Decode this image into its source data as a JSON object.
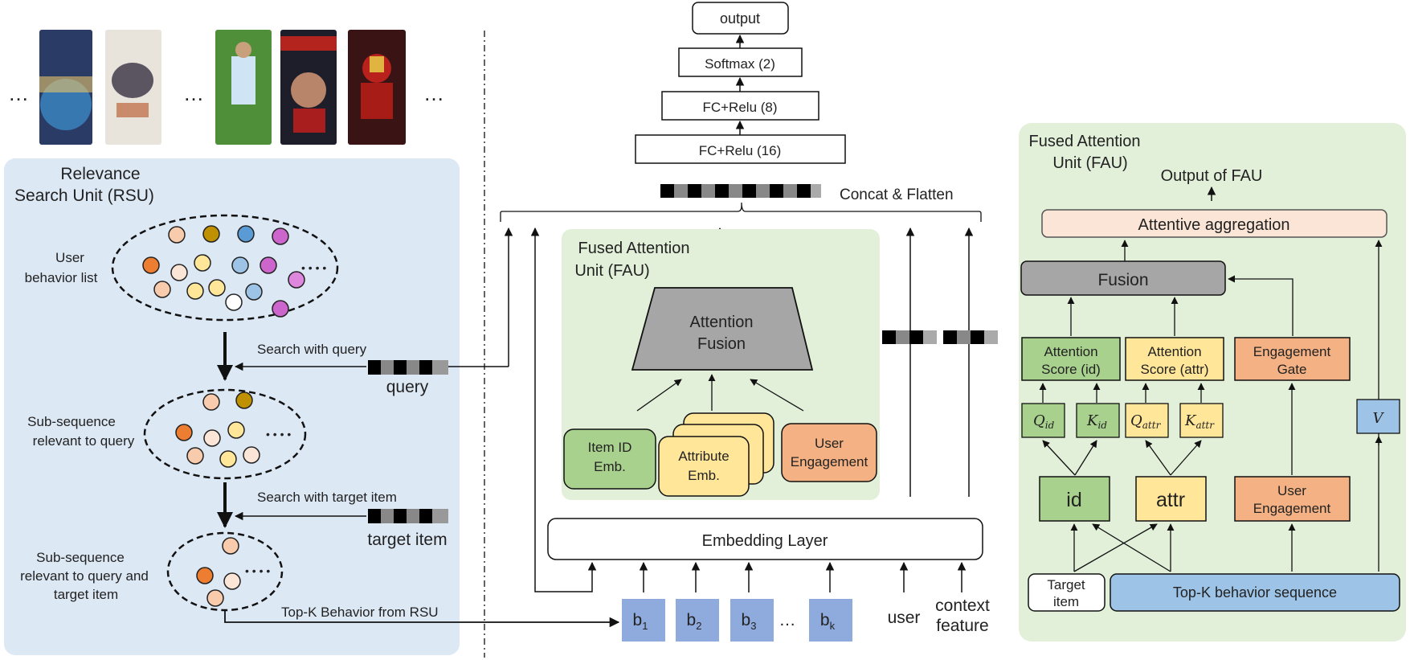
{
  "left_ellipsis": [
    "…",
    "…",
    "…"
  ],
  "rsu": {
    "title_line1": "Relevance",
    "title_line2": "Search Unit (RSU)",
    "user_behavior_line1": "User",
    "user_behavior_line2": "behavior list",
    "search_query": "Search with query",
    "query": "query",
    "subseq_query_line1": "Sub-sequence",
    "subseq_query_line2": "relevant to query",
    "search_target": "Search with target item",
    "target_item": "target item",
    "subseq_both_line1": "Sub-sequence",
    "subseq_both_line2": "relevant to query and",
    "subseq_both_line3": "target item",
    "topk_from_rsu": "Top-K Behavior from RSU",
    "dots": "• • • •"
  },
  "center": {
    "output": "output",
    "softmax": "Softmax (2)",
    "fc8": "FC+Relu (8)",
    "fc16": "FC+Relu (16)",
    "concat": "Concat & Flatten",
    "fau_title_line1": "Fused Attention",
    "fau_title_line2": "Unit (FAU)",
    "attention_fusion_line1": "Attention",
    "attention_fusion_line2": "Fusion",
    "item_id_line1": "Item ID",
    "item_id_line2": "Emb.",
    "attr_line1": "Attribute",
    "attr_line2": "Emb.",
    "user_eng_line1": "User",
    "user_eng_line2": "Engagement",
    "embedding_layer": "Embedding Layer",
    "b_base": "b",
    "b_subs": [
      "1",
      "2",
      "3",
      "k"
    ],
    "b_dots": "…",
    "user": "user",
    "context_line1": "context",
    "context_line2": "feature"
  },
  "right": {
    "title_line1": "Fused  Attention",
    "title_line2": "Unit (FAU)",
    "output_of_fau": "Output of FAU",
    "attentive_aggregation": "Attentive aggregation",
    "fusion": "Fusion",
    "score_id_line1": "Attention",
    "score_id_line2": "Score (id)",
    "score_attr_line1": "Attention",
    "score_attr_line2": "Score (attr)",
    "gate_line1": "Engagement",
    "gate_line2": "Gate",
    "q_id": "Q",
    "q_id_sub": "id",
    "k_id": "K",
    "k_id_sub": "id",
    "q_attr": "Q",
    "q_attr_sub": "attr",
    "k_attr": "K",
    "k_attr_sub": "attr",
    "v": "V",
    "id": "id",
    "attr": "attr",
    "user_eng_line1": "User",
    "user_eng_line2": "Engagement",
    "target_line1": "Target",
    "target_line2": "item",
    "topk_seq": "Top-K behavior sequence"
  },
  "colors": {
    "rsu_panel": "#dde8f5",
    "fau_panel": "#e2f0d9",
    "green_box": "#a9d18e",
    "yellow_box": "#ffe699",
    "orange_box": "#f4b183",
    "gray_box": "#a6a6a6",
    "blue_box": "#9dc3e6",
    "b_box": "#8faadc",
    "aggregation": "#fbe5d6",
    "dot_orange_dark": "#ed7d31",
    "dot_orange_light": "#f8cbad",
    "dot_gold": "#bf9000",
    "dot_yellow": "#ffe699",
    "dot_blue": "#9dc3e6",
    "dot_purple": "#cc66cc",
    "dot_white": "#ffffff"
  },
  "phones": [
    {
      "caption": "globe-wallpaper-phone"
    },
    {
      "caption": "dog-video-phone"
    },
    {
      "caption": "soccer-player-phone"
    },
    {
      "caption": "soccer-portrait-phone"
    },
    {
      "caption": "ironman-phone"
    }
  ]
}
